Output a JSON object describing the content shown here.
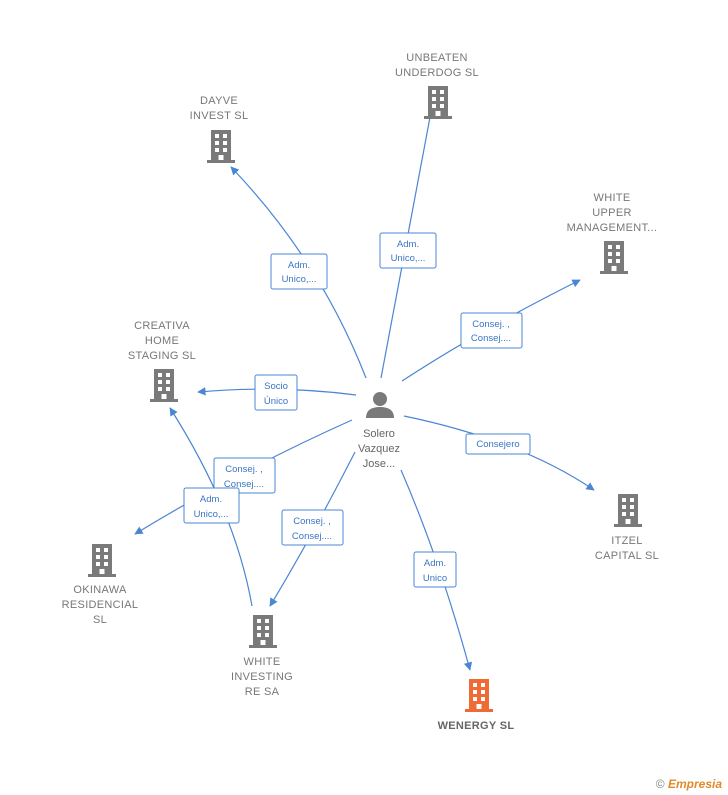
{
  "center_person": {
    "name_lines": [
      "Solero",
      "Vazquez",
      "Jose..."
    ]
  },
  "companies": [
    {
      "id": "unbeaten",
      "lines": [
        "UNBEATEN",
        "UNDERDOG  SL"
      ],
      "highlight": false
    },
    {
      "id": "dayve",
      "lines": [
        "DAYVE",
        "INVEST  SL"
      ],
      "highlight": false
    },
    {
      "id": "white-upper",
      "lines": [
        "WHITE",
        "UPPER",
        "MANAGEMENT..."
      ],
      "highlight": false
    },
    {
      "id": "creativa",
      "lines": [
        "CREATIVA",
        "HOME",
        "STAGING  SL"
      ],
      "highlight": false
    },
    {
      "id": "itzel",
      "lines": [
        "ITZEL",
        "CAPITAL  SL"
      ],
      "highlight": false
    },
    {
      "id": "okinawa",
      "lines": [
        "OKINAWA",
        "RESIDENCIAL",
        "SL"
      ],
      "highlight": false
    },
    {
      "id": "white-investing",
      "lines": [
        "WHITE",
        "INVESTING",
        "RE SA"
      ],
      "highlight": false
    },
    {
      "id": "wenergy",
      "lines": [
        "WENERGY  SL"
      ],
      "highlight": true
    }
  ],
  "relations": [
    {
      "id": "rel-unbeaten",
      "lines": [
        "Adm.",
        "Unico,..."
      ]
    },
    {
      "id": "rel-dayve",
      "lines": [
        "Adm.",
        "Unico,..."
      ]
    },
    {
      "id": "rel-white-upper",
      "lines": [
        "Consej. ,",
        "Consej...."
      ]
    },
    {
      "id": "rel-creativa",
      "lines": [
        "Socio",
        "Único"
      ]
    },
    {
      "id": "rel-itzel",
      "lines": [
        "Consejero"
      ]
    },
    {
      "id": "rel-okinawa",
      "lines": [
        "Consej. ,",
        "Consej...."
      ]
    },
    {
      "id": "rel-white-investing-a",
      "lines": [
        "Adm.",
        "Unico,..."
      ]
    },
    {
      "id": "rel-white-investing-b",
      "lines": [
        "Consej. ,",
        "Consej...."
      ]
    },
    {
      "id": "rel-wenergy",
      "lines": [
        "Adm.",
        "Unico"
      ]
    }
  ],
  "colors": {
    "edge": "#4a86d4",
    "building": "#7a7a7a",
    "building_highlight": "#f06a35",
    "person": "#7a7a7a"
  },
  "footer": {
    "copyright": "©",
    "brand": "Empresia"
  }
}
